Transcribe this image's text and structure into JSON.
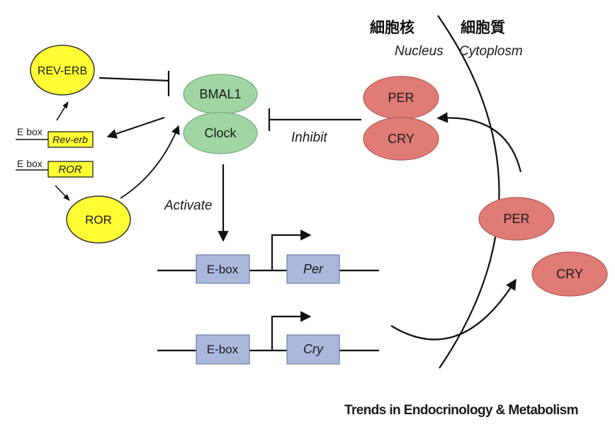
{
  "labels": {
    "nucleus_cjk": "細胞核",
    "cytoplasm_cjk": "細胞質",
    "nucleus": "Nucleus",
    "cytoplasm": "Cytoplosm",
    "inhibit": "Inhibit",
    "activate": "Activate",
    "source": "Trends in Endocrinology & Metabolism"
  },
  "nodes": {
    "rev_erb_protein": "REV-ERB",
    "ror_protein": "ROR",
    "bmal1": "BMAL1",
    "clock": "Clock",
    "per_nucleus": "PER",
    "cry_nucleus": "CRY",
    "per_cytoplasm": "PER",
    "cry_cytoplasm": "CRY"
  },
  "genes": {
    "ebox_small_1": "E box",
    "rev_erb_gene": "Rev-erb",
    "ebox_small_2": "E box",
    "ror_gene": "ROR",
    "ebox_per": "E-box",
    "per_gene": "Per",
    "ebox_cry": "E-box",
    "cry_gene": "Cry"
  },
  "colors": {
    "yellow": "#ffff33",
    "green": "#9fd6a4",
    "red": "#e07b76",
    "blue_box": "#aab8dc"
  }
}
